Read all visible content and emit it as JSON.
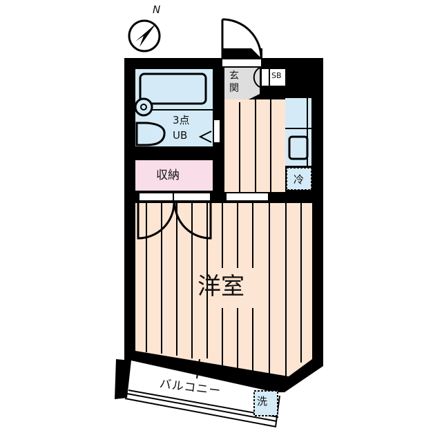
{
  "floorplan": {
    "compass": {
      "label": "N",
      "icon": "compass-icon"
    },
    "rooms": {
      "main": {
        "label": "洋室",
        "type": "western-room"
      },
      "storage": {
        "label": "収納"
      },
      "bath": {
        "line1": "3点",
        "line2": "UB"
      },
      "entrance": {
        "label": "玄関"
      },
      "shoebox": {
        "label": "SB"
      },
      "fridge": {
        "label": "冷"
      },
      "balcony": {
        "label": "バルコニー"
      },
      "washer": {
        "label": "洗"
      }
    },
    "colors": {
      "wall": "#000000",
      "floor": "#fde5d3",
      "bath": "#d4ebf7",
      "storage": "#f9dde9",
      "entrance": "#dedede",
      "kitchen": "#d4ebf7"
    }
  }
}
